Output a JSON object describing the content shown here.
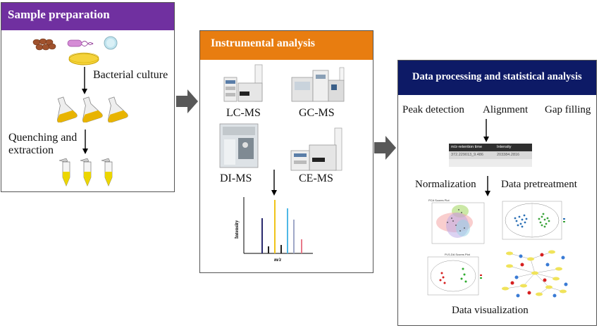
{
  "panel1": {
    "title": "Sample preparation",
    "bacterial_culture": "Bacterial culture",
    "quenching": "Quenching and",
    "extraction": "extraction"
  },
  "panel2": {
    "title": "Instrumental analysis",
    "lcms": "LC-MS",
    "gcms": "GC-MS",
    "dims": "DI-MS",
    "cems": "CE-MS",
    "spectrum_ylabel": "Intensity",
    "spectrum_xlabel": "m/z"
  },
  "panel3": {
    "title": "Data processing and statistical analysis",
    "peak_detection": "Peak detection",
    "alignment": "Alignment",
    "gap_filling": "Gap filling",
    "table_header_1": "m/z-retention time",
    "table_header_2": "Intensity",
    "table_row_1a": "372.229013_9.486",
    "table_row_1b": "203384.2816",
    "normalization": "Normalization",
    "data_pretreatment": "Data pretreatment",
    "data_visualization": "Data visualization",
    "pca_title": "PCA Scores Plot",
    "plsda_title": "PLS-DA Scores Plot"
  },
  "colors": {
    "panel1_header": "#7030a0",
    "panel2_header": "#e87d10",
    "panel3_header": "#0d1a66",
    "flow_arrow": "#595959"
  }
}
